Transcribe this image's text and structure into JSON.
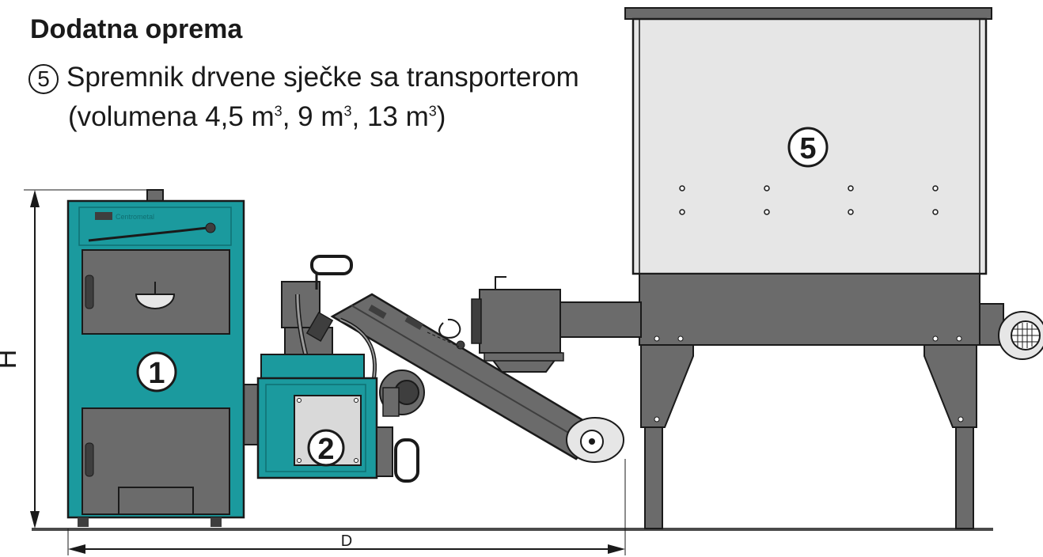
{
  "title": "Dodatna oprema",
  "item": {
    "number": "5",
    "description": "Spremnik drvene sječke sa transporterom",
    "volume_prefix": "(volumena 4,5 m",
    "volume_mid1": ", 9 m",
    "volume_mid2": ", 13 m",
    "volume_suffix": ")",
    "superscript": "3"
  },
  "labels": {
    "boiler": "1",
    "burner": "2",
    "hopper": "5",
    "dim_height": "H",
    "dim_depth": "D",
    "logo_text": "Centrometal"
  },
  "colors": {
    "teal": "#1b9a9e",
    "teal_dark": "#0f6f72",
    "metal_grey": "#6b6b6b",
    "metal_dark": "#3e3e3e",
    "hopper_fill": "#e6e6e6",
    "burner_box": "#d9d9d9",
    "outline": "#1a1a1a"
  }
}
